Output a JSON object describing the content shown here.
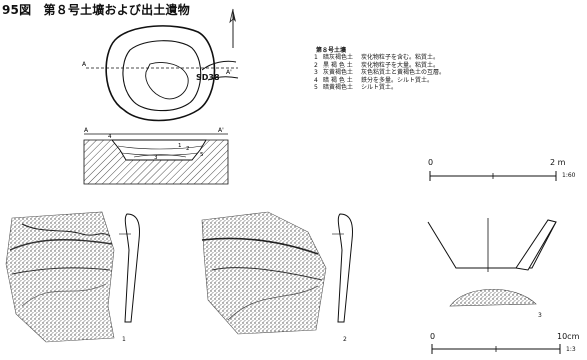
{
  "figure": {
    "title": "95図　第８号土壙および出土遺物"
  },
  "pit_plan": {
    "label": "SD38",
    "section_left": "A",
    "section_right": "A'"
  },
  "section": {
    "left": "A",
    "right": "A'",
    "layers": [
      "1",
      "2",
      "3",
      "4",
      "5"
    ]
  },
  "legend": {
    "title": "第８号土壙",
    "entries": [
      {
        "no": "1",
        "color": "暗灰褐色土",
        "desc": "炭化物粒子を含む。粘質土。"
      },
      {
        "no": "2",
        "color": "黒 褐 色 土",
        "desc": "炭化物粒子を大量。粘質土。"
      },
      {
        "no": "3",
        "color": "灰黄褐色土",
        "desc": "灰色粘質土と黄褐色土の互層。"
      },
      {
        "no": "4",
        "color": "暗 褐 色 土",
        "desc": "鉄分を多量。シルト質土。"
      },
      {
        "no": "5",
        "color": "暗黄褐色土",
        "desc": "シルト質土。"
      }
    ]
  },
  "scale_plan": {
    "start": "0",
    "end": "2 m",
    "ratio": "1:60"
  },
  "scale_artifacts": {
    "start": "0",
    "end": "10cm",
    "ratio": "1:3"
  },
  "artifacts": [
    {
      "number": "1"
    },
    {
      "number": "2"
    },
    {
      "number": "3"
    }
  ]
}
